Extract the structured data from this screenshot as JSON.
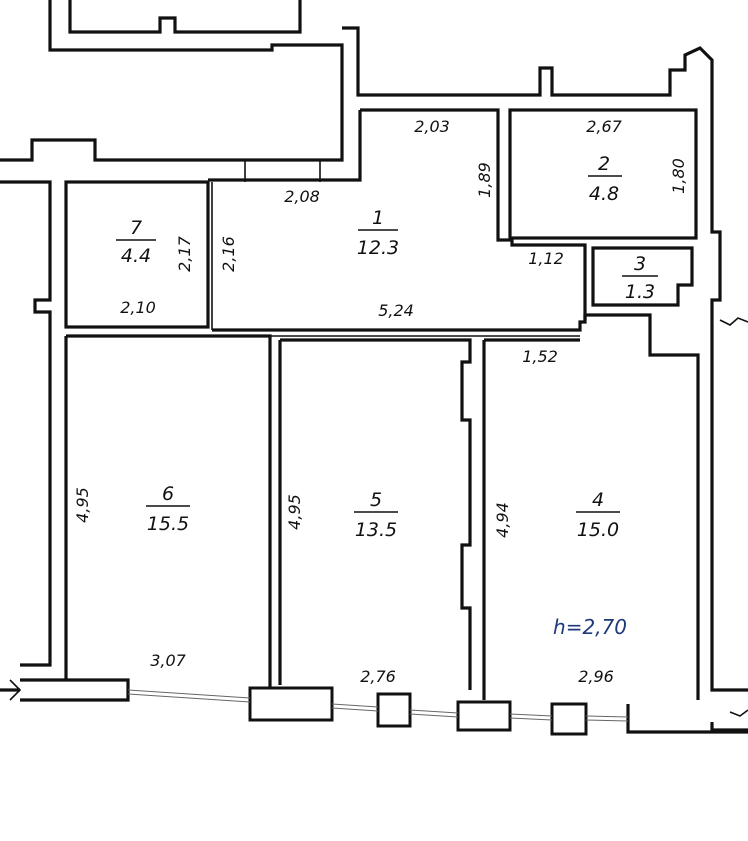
{
  "rooms": [
    {
      "number": "1",
      "area": "12.3"
    },
    {
      "number": "2",
      "area": "4.8"
    },
    {
      "number": "3",
      "area": "1.3"
    },
    {
      "number": "4",
      "area": "15.0"
    },
    {
      "number": "5",
      "area": "13.5"
    },
    {
      "number": "6",
      "area": "15.5"
    },
    {
      "number": "7",
      "area": "4.4"
    }
  ],
  "dimensions": {
    "d203": "2,03",
    "d267": "2,67",
    "d189": "1,89",
    "d180": "1,80",
    "d208": "2,08",
    "d217": "2,17",
    "d216": "2,16",
    "d210": "2,10",
    "d112": "1,12",
    "d524": "5,24",
    "d152": "1,52",
    "d495a": "4,95",
    "d495b": "4,95",
    "d494": "4,94",
    "d307": "3,07",
    "d276": "2,76",
    "d296": "2,96"
  },
  "ceiling_height": "h=2,70",
  "colors": {
    "walls": "#111111",
    "height_label": "#1f3a7a"
  }
}
